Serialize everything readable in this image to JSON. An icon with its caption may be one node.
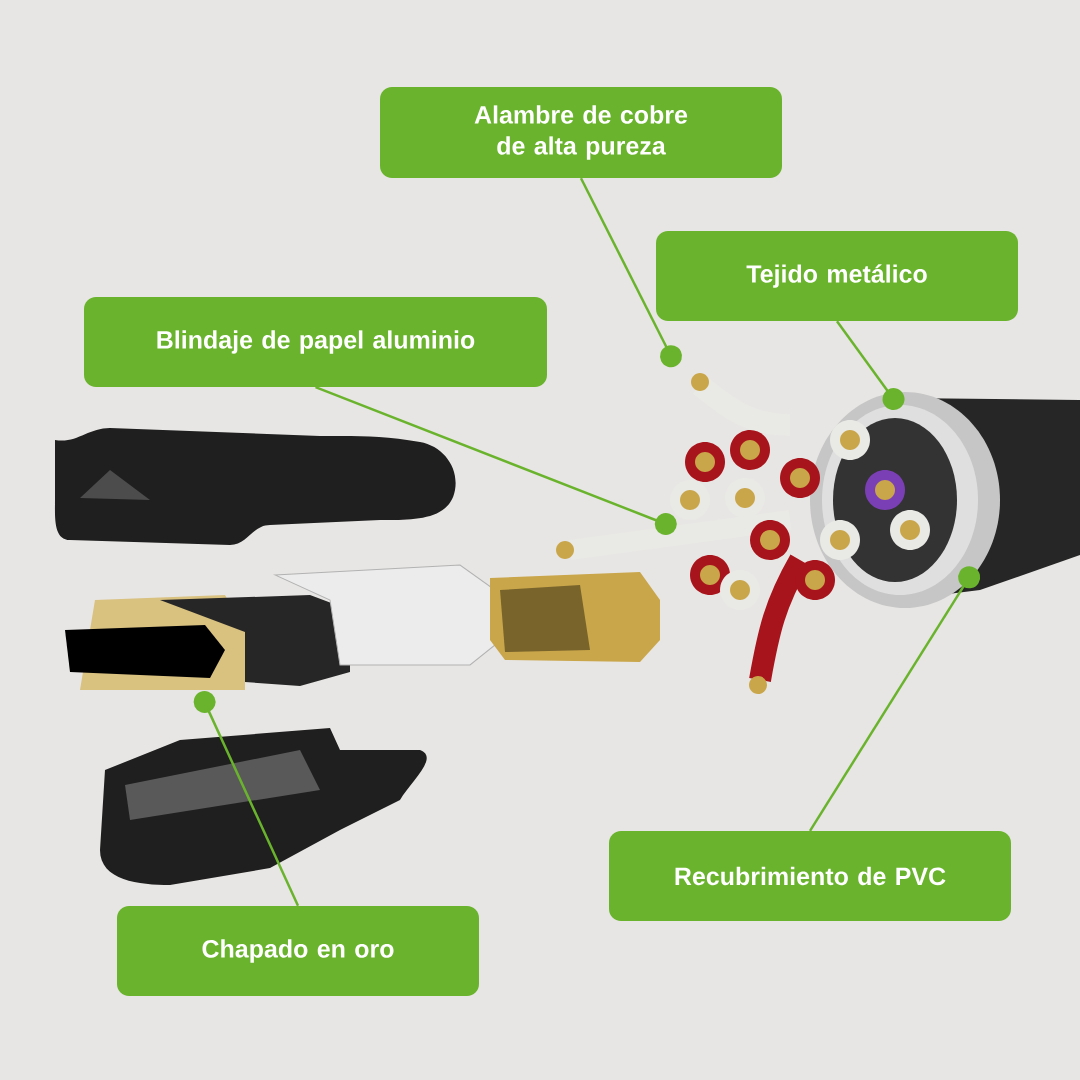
{
  "diagram": {
    "nodes": [
      {
        "text": [
          "Alambre de cobre de alta pureza"
        ]
      },
      {
        "text": [
          "Tejido metálico"
        ]
      },
      {
        "text": [
          "Blindaje de papel aluminio"
        ]
      },
      {
        "text": [
          "Recubrimiento de PVC"
        ]
      },
      {
        "text": [
          "Chapado en oro"
        ]
      }
    ],
    "edges": [
      {
        "from": 0,
        "to": null,
        "arrow": "other"
      },
      {
        "from": 1,
        "to": null,
        "arrow": "other"
      },
      {
        "from": 2,
        "to": null,
        "arrow": "other"
      },
      {
        "from": 3,
        "to": null,
        "arrow": "other"
      },
      {
        "from": 4,
        "to": null,
        "arrow": "other"
      }
    ]
  }
}
